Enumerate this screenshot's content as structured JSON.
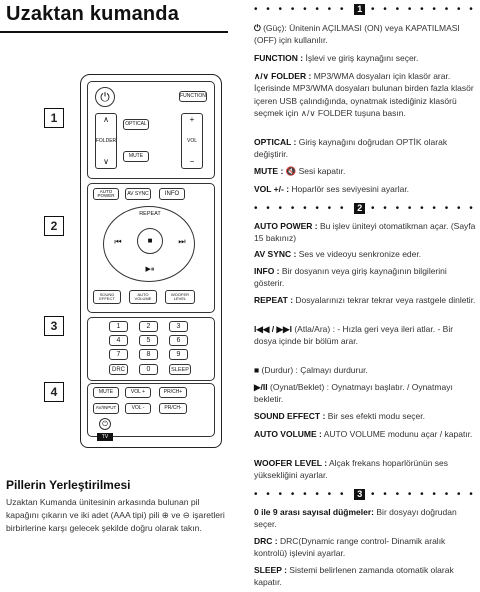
{
  "page_title": "Uzaktan kumanda",
  "remote": {
    "section_numbers": [
      "1",
      "2",
      "3",
      "4"
    ],
    "buttons": {
      "function": "FUNCTION",
      "optical": "OPTICAL",
      "folder": "FOLDER",
      "vol": "VOL",
      "mute": "MUTE",
      "auto_power": "AUTO POWER",
      "av_sync": "AV SYNC",
      "info": "INFO",
      "repeat": "REPEAT",
      "sound_effect": "SOUND EFFECT",
      "auto_volume": "AUTO VOLUME",
      "woofer_level": "WOOFER LEVEL",
      "drc": "DRC",
      "sleep": "SLEEP",
      "tv_mute": "MUTE",
      "tv_vol_up": "VOL +",
      "tv_vol_down": "VOL -",
      "pr_ch_up": "PR/CH+",
      "pr_ch_down": "PR/CH-",
      "av_input": "AV/INPUT",
      "tv_label": "TV"
    },
    "digits": [
      "1",
      "2",
      "3",
      "4",
      "5",
      "6",
      "7",
      "8",
      "9",
      "0"
    ]
  },
  "battery": {
    "title": "Pillerin Yerleştirilmesi",
    "body": "Uzaktan Kumanda ünitesinin arkasında bulunan pil kapağını çıkarın ve iki adet (AAA tipi) pili ⊕ ve ⊖ işaretleri birbirlerine karşı gelecek şekilde doğru olarak takın."
  },
  "sections": [
    {
      "number": "1",
      "entries": [
        {
          "term": "(Güç):",
          "text": "Ünitenin AÇILMASI (ON) veya KAPATILMASI (OFF) için kullanılır."
        },
        {
          "term": "FUNCTION :",
          "text": "İşlevi ve giriş kaynağını seçer."
        },
        {
          "term": "∧/∨ FOLDER :",
          "text": "MP3/WMA dosyaları için klasör arar. İçerisinde MP3/WMA dosyaları bulunan birden fazla klasör içeren USB çalındığında, oynatmak istediğiniz klasörü seçmek için ∧/∨ FOLDER tuşuna basın."
        },
        {
          "term": "OPTICAL :",
          "text": "Giriş kaynağını doğrudan OPTİK olarak değiştirir."
        },
        {
          "term": "MUTE :",
          "text": "Sesi kapatır."
        },
        {
          "term": "VOL +/- :",
          "text": "Hoparlör ses seviyesini ayarlar."
        }
      ]
    },
    {
      "number": "2",
      "entries": [
        {
          "term": "AUTO POWER :",
          "text": "Bu işlev üniteyi otomatikman açar. (Sayfa 15 bakınız)"
        },
        {
          "term": "AV SYNC :",
          "text": "Ses ve videoyu senkronize eder."
        },
        {
          "term": "INFO :",
          "text": "Bir dosyanın veya giriş kaynağının bilgilerini gösterir."
        },
        {
          "term": "REPEAT :",
          "text": "Dosyalarınızı tekrar tekrar veya rastgele dinletir."
        },
        {
          "term": "I◀◀ / ▶▶I",
          "text": "(Atla/Ara) : - Hızla geri veya ileri atlar. - Bir dosya içinde bir bölüm arar."
        },
        {
          "term": "■",
          "text": "(Durdur) : Çalmayı durdurur."
        },
        {
          "term": "▶/II",
          "text": "(Oynat/Beklet) : Oynatmayı başlatır. / Oynatmayı bekletir."
        },
        {
          "term": "SOUND EFFECT :",
          "text": "Bir ses efekti modu seçer."
        },
        {
          "term": "AUTO VOLUME :",
          "text": "AUTO VOLUME modunu açar / kapatır."
        },
        {
          "term": "WOOFER LEVEL :",
          "text": "Alçak frekans hoparlörünün ses yüksekliğini ayarlar."
        }
      ]
    },
    {
      "number": "3",
      "entries": [
        {
          "term": "0 ile 9 arası sayısal düğmeler:",
          "text": "Bir dosyayı doğrudan seçer."
        },
        {
          "term": "DRC :",
          "text": "DRC(Dynamic range control- Dinamik aralık kontrolü) işlevini ayarlar."
        },
        {
          "term": "SLEEP :",
          "text": "Sistemi belirlenen zamanda otomatik olarak kapatır."
        }
      ]
    }
  ]
}
